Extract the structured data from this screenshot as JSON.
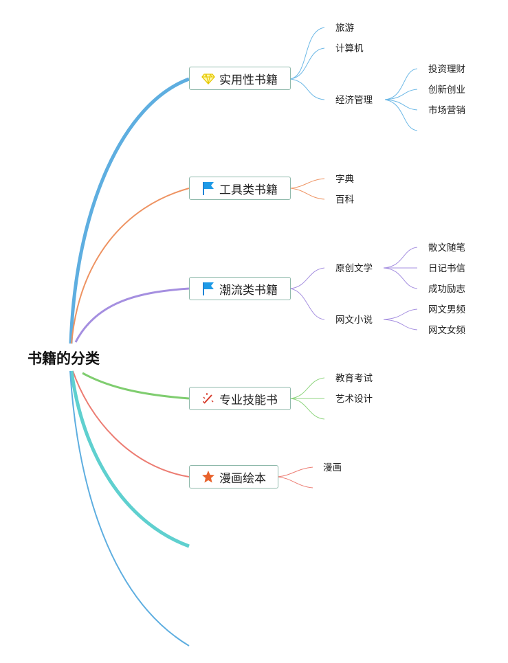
{
  "root": {
    "label": "书籍的分类"
  },
  "branches": [
    {
      "label": "实用性书籍",
      "icon": "gem-icon",
      "color": "#5eaee0",
      "children": [
        {
          "label": "旅游"
        },
        {
          "label": "计算机"
        },
        {
          "label": "经济管理",
          "children": [
            "投资理财",
            "创新创业",
            "市场营销"
          ]
        }
      ]
    },
    {
      "label": "工具类书籍",
      "icon": "flag-icon",
      "color": "#ee9362",
      "children": [
        {
          "label": "字典"
        },
        {
          "label": "百科"
        }
      ]
    },
    {
      "label": "潮流类书籍",
      "icon": "flag-icon",
      "color": "#a58fe0",
      "children": [
        {
          "label": "原创文学",
          "children": [
            "散文随笔",
            "日记书信",
            "成功励志"
          ]
        },
        {
          "label": "网文小说",
          "children": [
            "网文男频",
            "网文女频"
          ]
        }
      ]
    },
    {
      "label": "专业技能书",
      "icon": "magic-wand-icon",
      "color": "#7fcd6f",
      "children": [
        {
          "label": "教育考试"
        },
        {
          "label": "艺术设计"
        }
      ]
    },
    {
      "label": "漫画绘本",
      "icon": "star-icon",
      "color": "#ec7c72",
      "children": [
        {
          "label": "漫画"
        }
      ]
    }
  ]
}
